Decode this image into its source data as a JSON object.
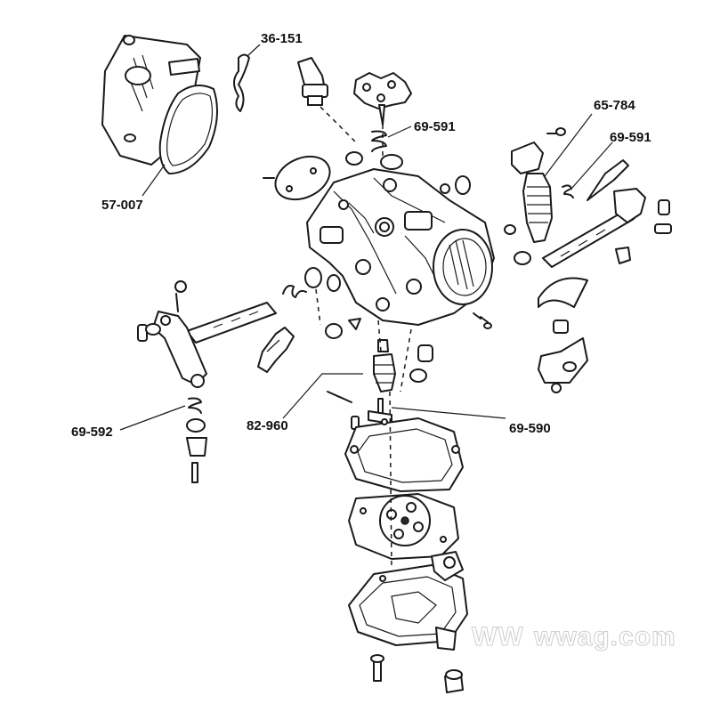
{
  "labels": {
    "l1": "36-151",
    "l2": "69-591",
    "l3": "65-784",
    "l4": "69-591",
    "l5": "57-007",
    "l6": "69-592",
    "l7": "82-960",
    "l8": "69-590"
  },
  "watermark": {
    "brand": "WW",
    "site": "wwag.com"
  }
}
